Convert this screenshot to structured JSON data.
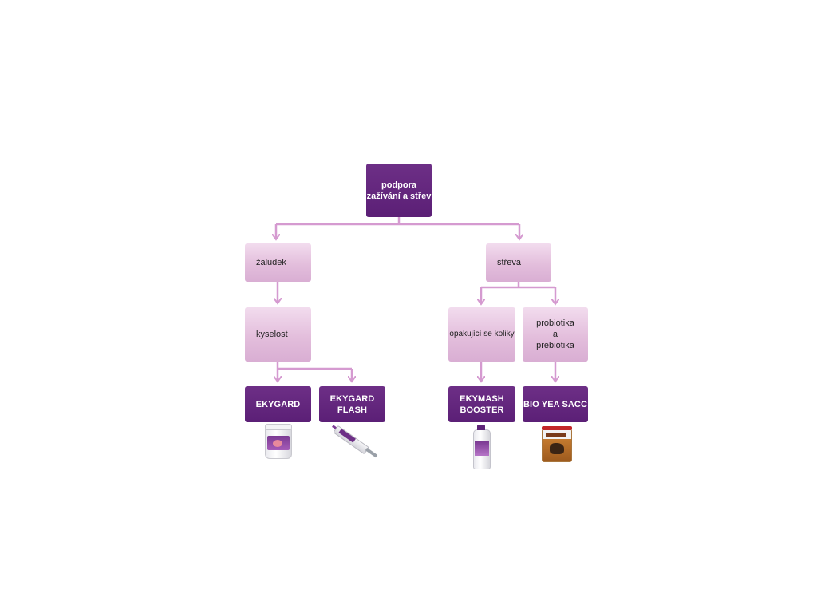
{
  "diagram": {
    "root": {
      "line1": "podpora",
      "line2": "zažívání a střev"
    },
    "level1": {
      "left": "žaludek",
      "right": "střeva"
    },
    "level2": {
      "left": "kyselost",
      "middle": "opakující se koliky",
      "right": {
        "line1": "probiotika",
        "line2": "a",
        "line3": "prebiotika"
      }
    },
    "products": [
      {
        "line1": "EKYGARD",
        "line2": ""
      },
      {
        "line1": "EKYGARD",
        "line2": "FLASH"
      },
      {
        "line1": "EKYMASH",
        "line2": "BOOSTER"
      },
      {
        "line1": "BIO YEA SACC",
        "line2": ""
      }
    ]
  },
  "colors": {
    "dark_box": "#5e2278",
    "light_box": "#e3bedc",
    "connector": "#d59ad0"
  }
}
